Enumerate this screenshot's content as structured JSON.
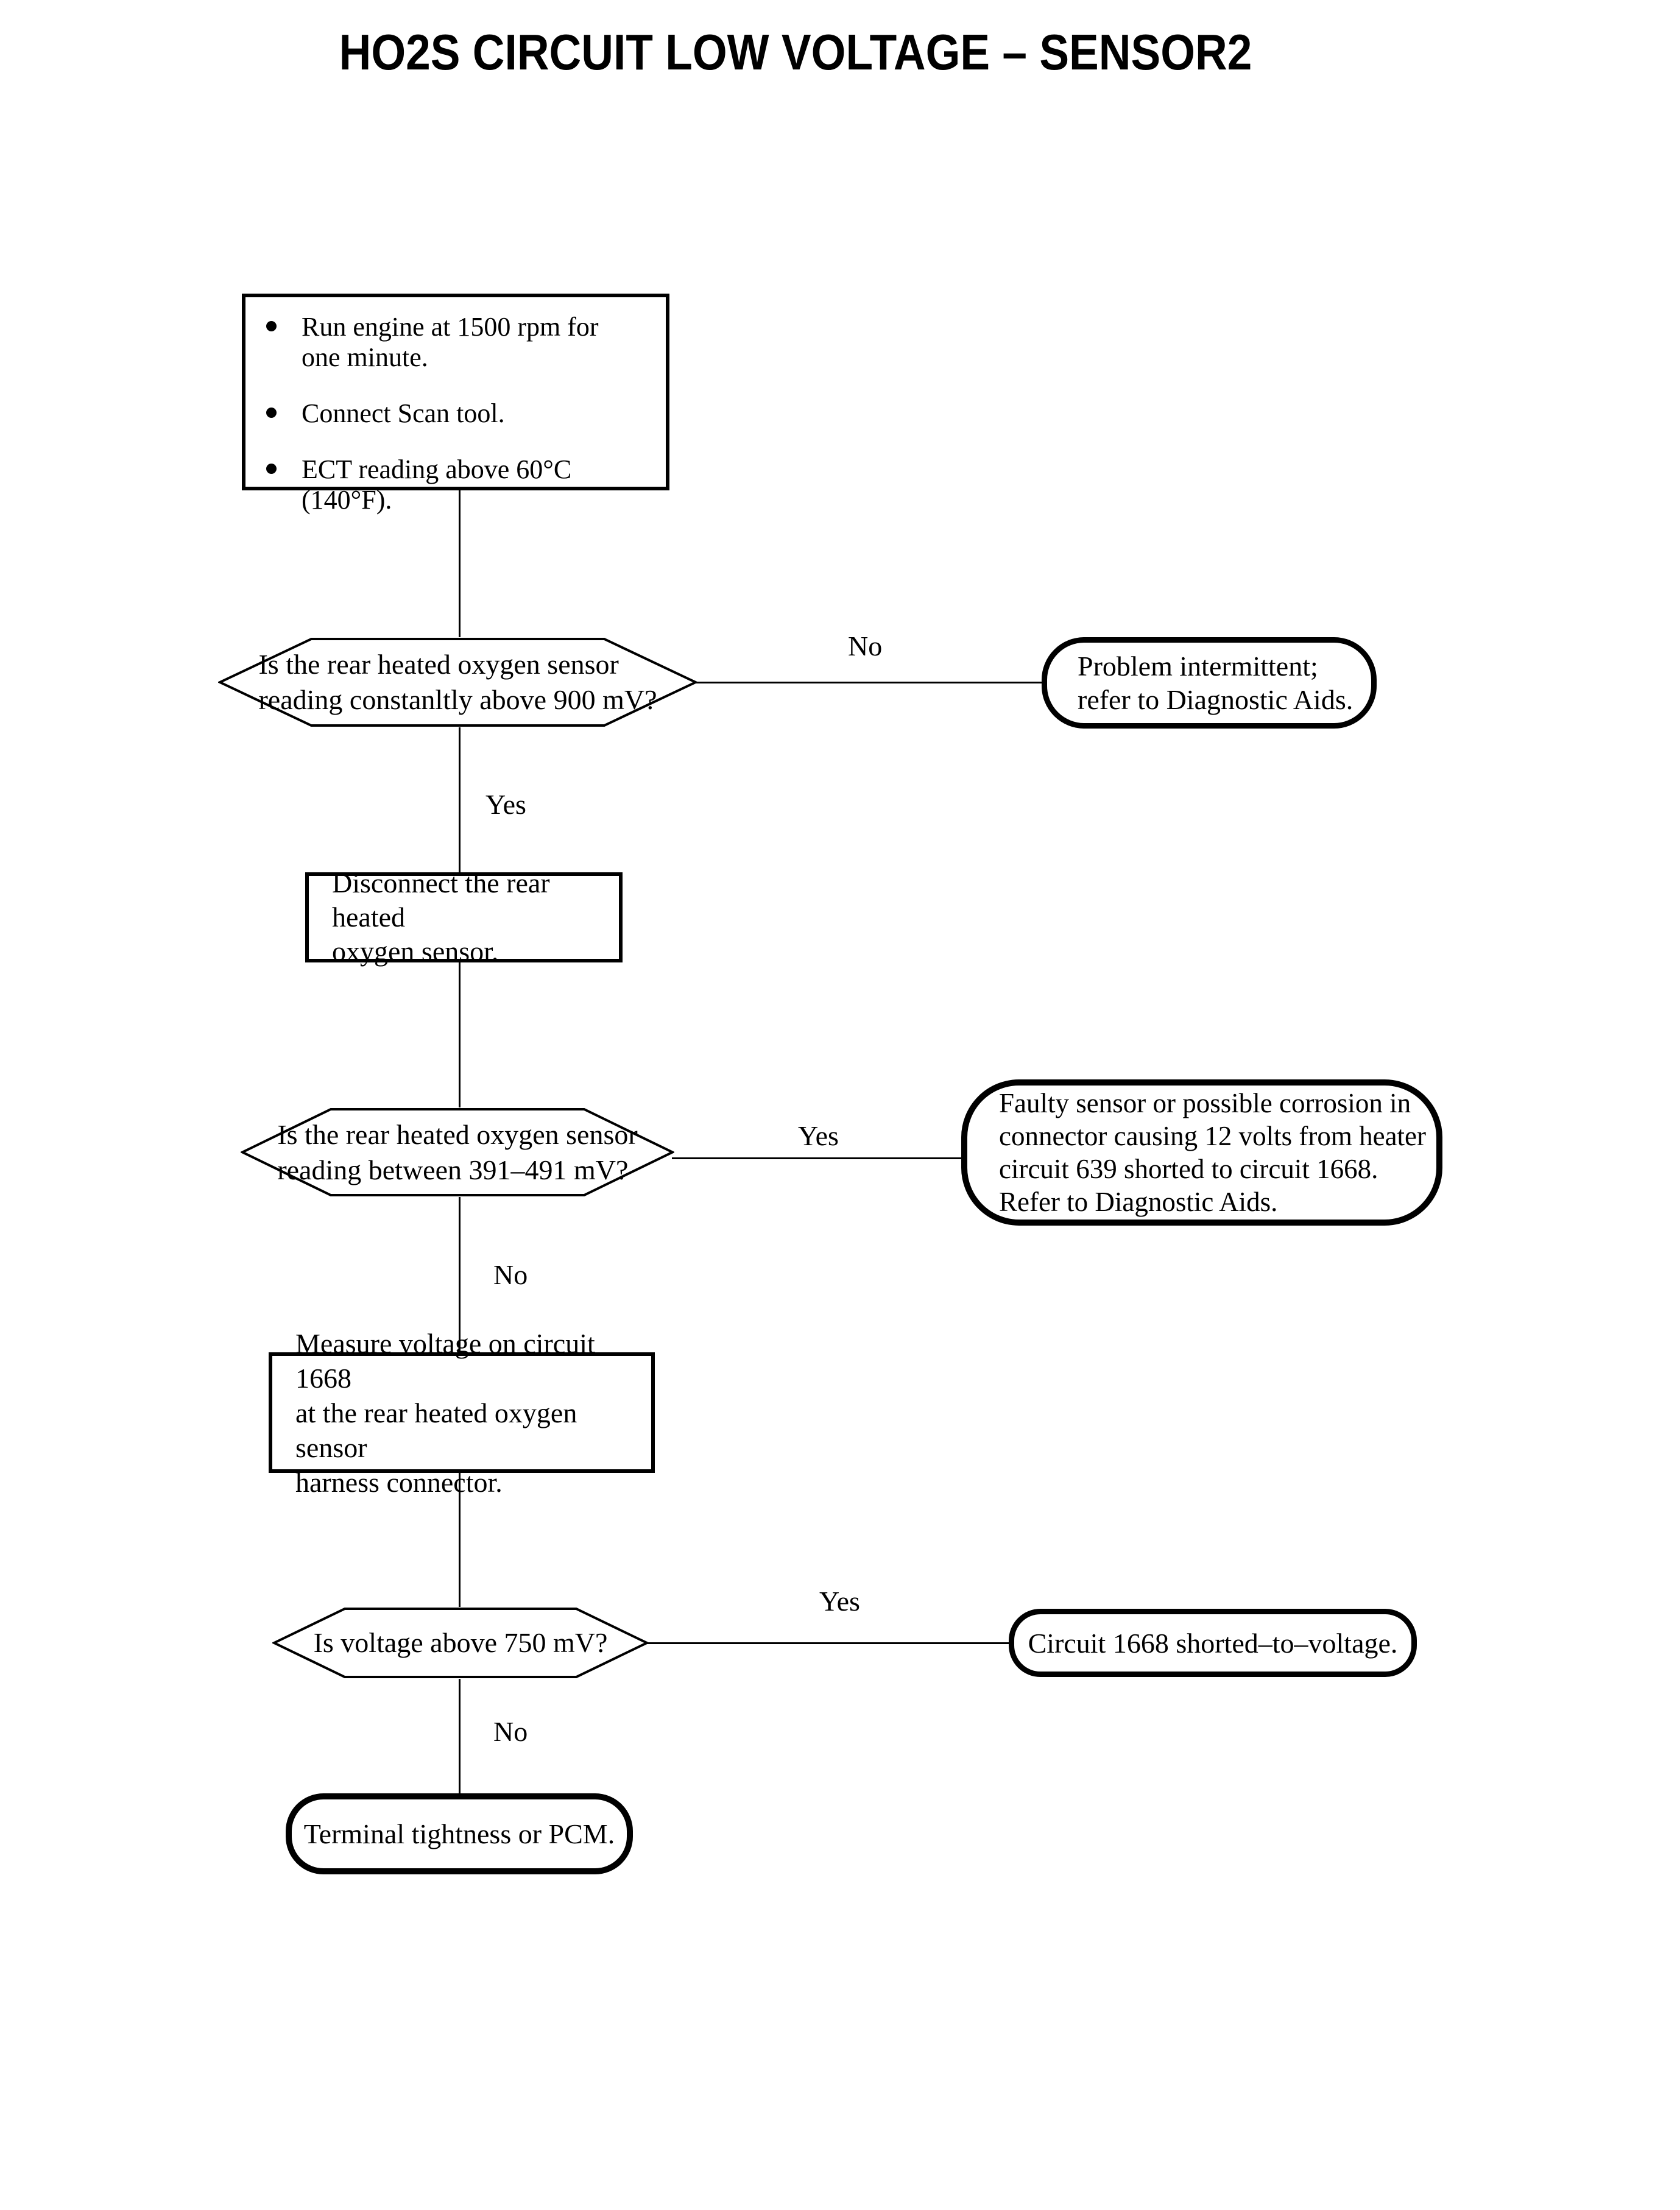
{
  "flowchart": {
    "title": "HO2S CIRCUIT LOW VOLTAGE – SENSOR2",
    "colors": {
      "ink": "#000000",
      "paper": "#ffffff"
    },
    "start_box": {
      "bullets": [
        {
          "lines": [
            "Run engine at 1500 rpm for",
            "one minute."
          ]
        },
        {
          "lines": [
            "Connect Scan tool."
          ]
        },
        {
          "lines": [
            "ECT reading above 60°C (140°F)."
          ]
        }
      ]
    },
    "decision1": {
      "lines": [
        "Is the rear heated oxygen sensor",
        "reading constanltly above 900 mV?"
      ],
      "no_label": "No",
      "yes_label": "Yes"
    },
    "terminal1": {
      "lines": [
        "Problem intermittent;",
        "refer to Diagnostic Aids."
      ]
    },
    "process2": {
      "lines": [
        "Disconnect the rear heated",
        "oxygen sensor."
      ]
    },
    "decision2": {
      "lines": [
        "Is the rear heated oxygen sensor",
        "reading between 391–491 mV?"
      ],
      "yes_label": "Yes",
      "no_label": "No"
    },
    "terminal2": {
      "lines": [
        "Faulty sensor or possible corrosion in",
        "connector causing 12 volts from heater",
        "circuit 639 shorted to circuit 1668.",
        "Refer to Diagnostic Aids."
      ]
    },
    "process3": {
      "lines": [
        "Measure voltage on circuit 1668",
        "at the rear heated oxygen sensor",
        "harness connector."
      ]
    },
    "decision3": {
      "text": "Is voltage above 750 mV?",
      "yes_label": "Yes",
      "no_label": "No"
    },
    "terminal3": {
      "text": "Circuit 1668 shorted–to–voltage."
    },
    "terminal4": {
      "text": "Terminal tightness or PCM."
    }
  }
}
